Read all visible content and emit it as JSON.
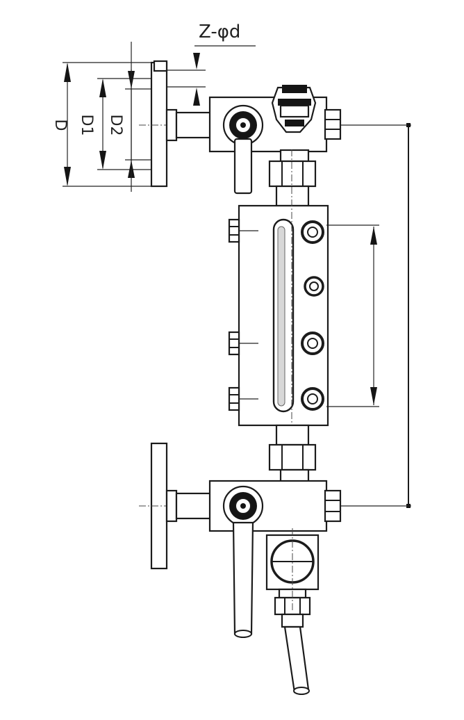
{
  "labels": {
    "bolt_holes": "Z-φd",
    "dim_D": "D",
    "dim_D1": "D1",
    "dim_D2": "D2"
  },
  "icons": {
    "arrow": "arrowhead-icon",
    "nut": "hex-nut-icon",
    "bolt": "bolt-icon",
    "handwheel": "handwheel-icon"
  },
  "colors": {
    "line": "#1b1b1b",
    "background": "#ffffff"
  }
}
